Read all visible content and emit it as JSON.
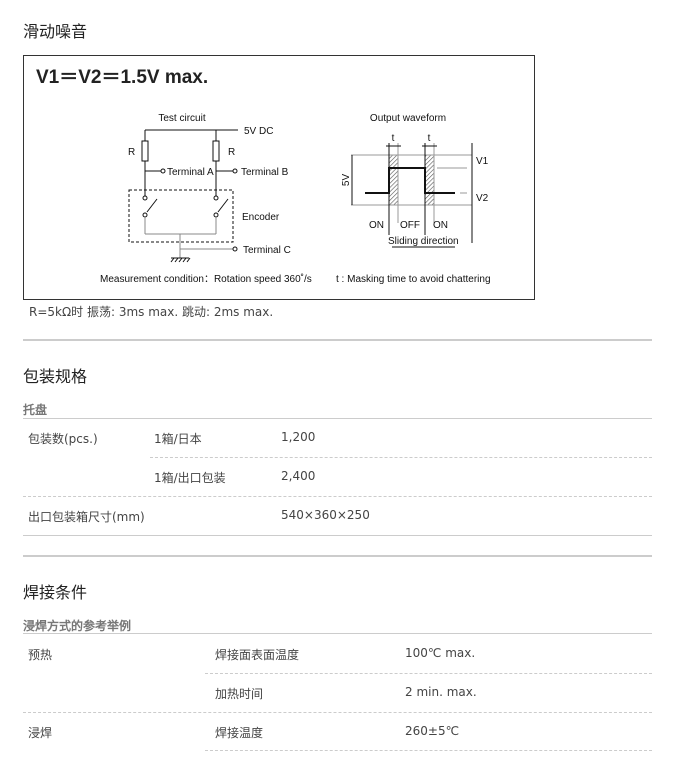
{
  "noise_section": {
    "title": "滑动噪音",
    "diagram": {
      "heading": "V1＝V2＝1.5V max.",
      "test_circuit_title": "Test circuit",
      "supply_label": "5V DC",
      "resistor_label": "R",
      "terminal_a": "Terminal A",
      "terminal_b": "Terminal B",
      "terminal_c": "Terminal C",
      "encoder_label": "Encoder",
      "waveform_title": "Output  waveform",
      "t_label": "t",
      "v1_label": "V1",
      "v2_label": "V2",
      "voltage_label": "5V",
      "on_label": "ON",
      "off_label": "OFF",
      "sliding_direction": "Sliding direction",
      "measurement_condition": "Measurement condition：Rotation speed 360˚/s",
      "masking_note": "t :  Masking time to avoid chattering"
    },
    "caption": "R=5kΩ时 振荡: 3ms max. 跳动: 2ms max."
  },
  "packaging_section": {
    "title": "包装规格",
    "subtitle": "托盘",
    "rows": [
      {
        "label": "包装数(pcs.)",
        "sub": "1箱/日本",
        "value": "1,200"
      },
      {
        "label": "",
        "sub": "1箱/出口包装",
        "value": "2,400"
      },
      {
        "label": "出口包装箱尺寸(mm)",
        "sub": "",
        "value": "540×360×250"
      }
    ]
  },
  "soldering_section": {
    "title": "焊接条件",
    "subtitle": "浸焊方式的参考举例",
    "rows": [
      {
        "label": "预热",
        "sub": "焊接面表面温度",
        "value": "100℃ max."
      },
      {
        "label": "",
        "sub": "加热时间",
        "value": "2 min. max."
      },
      {
        "label": "浸焊",
        "sub": "焊接温度",
        "value": "260±5℃"
      }
    ]
  }
}
